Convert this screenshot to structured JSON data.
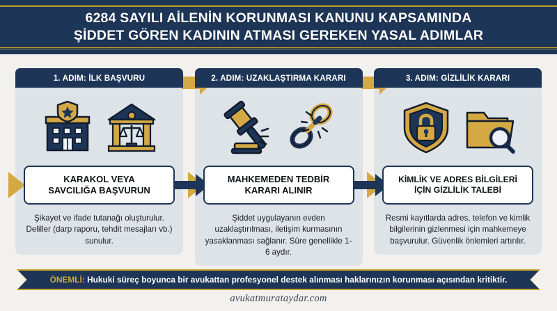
{
  "header": {
    "title_line1": "6284 SAYILI AİLENİN KORUNMASI KANUNU KAPSAMINDA",
    "title_line2": "ŞİDDET GÖREN KADININ ATMASI GEREKEN YASAL ADIMLAR"
  },
  "steps": [
    {
      "band_label": "1. ADIM: İLK BAŞVURU",
      "action_line1": "KARAKOL VEYA",
      "action_line2": "SAVCILIĞA BAŞVURUN",
      "description": "Şikayet ve ifade tutanağı oluşturulur. Deliller (darp raporu, tehdit mesajları vb.) sunulur.",
      "icons": [
        "police-station-icon",
        "courthouse-scales-icon"
      ]
    },
    {
      "band_label": "2. ADIM: UZAKLAŞTIRMA KARARI",
      "action_line1": "MAHKEMEDEN TEDBİR",
      "action_line2": "KARARI ALINIR",
      "description": "Şiddet uygulayanın evden uzaklaştırılması, iletişim kurmasının yasaklanması sağlanır. Süre genellikle 1-6 aydır.",
      "icons": [
        "gavel-icon",
        "broken-chain-icon"
      ]
    },
    {
      "band_label": "3. ADIM: GİZLİLİK KARARI",
      "action_line1": "KİMLİK VE ADRES BİLGİLERİ",
      "action_line2": "İÇİN GİZLİLİK TALEBİ",
      "description": "Resmi kayıtlarda adres, telefon ve kimlik bilgilerinin gizlenmesi için mahkemeye başvurulur. Güvenlik önlemleri artırılır.",
      "icons": [
        "shield-lock-icon",
        "folder-search-icon"
      ]
    }
  ],
  "ribbon": {
    "prefix": "ÖNEMLİ:",
    "text": " Hukuki süreç boyunca bir avukattan profesyonel destek alınması haklarınızın korunması açısından kritiktir."
  },
  "footer": {
    "website": "avukatmurataydar.com"
  },
  "colors": {
    "navy": "#1d3557",
    "gold": "#d4a843",
    "card_bg": "#dee3e8",
    "page_bg": "#f2f1ee",
    "white": "#ffffff"
  }
}
